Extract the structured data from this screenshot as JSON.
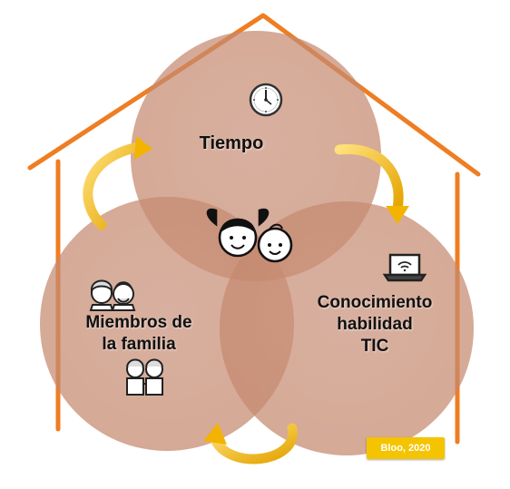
{
  "diagram": {
    "circles": [
      {
        "id": "tiempo",
        "label": "Tiempo",
        "icon": "clock-icon"
      },
      {
        "id": "miembros",
        "label_lines": [
          "Miembros de",
          "la familia"
        ],
        "icon": "grandparents-icon",
        "icon2": "children-icon"
      },
      {
        "id": "conocimiento",
        "label_lines": [
          "Conocimiento",
          "habilidad",
          "TIC"
        ],
        "icon": "laptop-wifi-icon"
      }
    ],
    "center_icon": "kids-faces-icon",
    "badge": "Bloo, 2020",
    "colors": {
      "house": "#ef7d22",
      "circle": "#c68a6c",
      "arrow": "#f2b400",
      "badge": "#f5c400"
    }
  }
}
